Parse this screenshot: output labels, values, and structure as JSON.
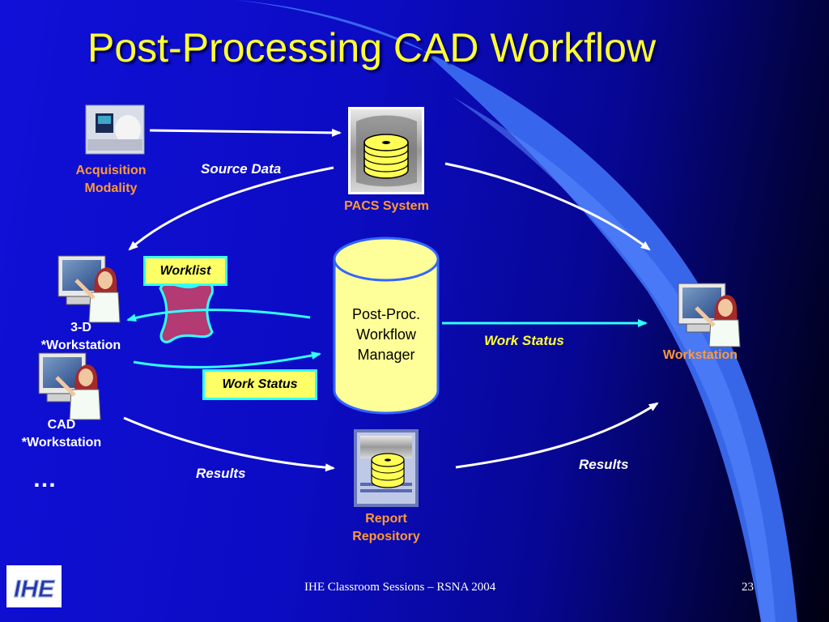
{
  "title": "Post-Processing CAD Workflow",
  "actors": {
    "acquisition_modality": [
      "Acquisition",
      "Modality"
    ],
    "pacs_system": "PACS System",
    "workstation_3d": [
      "3-D",
      "*Workstation"
    ],
    "cad_workstation": [
      "CAD",
      "*Workstation"
    ],
    "workstation": "Workstation",
    "report_repository": [
      "Report",
      "Repository"
    ],
    "workflow_manager": [
      "Post-Proc.",
      "Workflow",
      "Manager"
    ]
  },
  "flows": {
    "source_data": "Source Data",
    "worklist": "Worklist",
    "work_status_left": "Work Status",
    "work_status_right": "Work Status",
    "results_left": "Results",
    "results_right": "Results"
  },
  "ellipsis": "…",
  "footer": {
    "text": "IHE Classroom Sessions – RSNA 2004",
    "page_number": "23",
    "logo_text": "IHE"
  },
  "colors": {
    "title": "#ffff33",
    "actor_label": "#ff9933",
    "cyan_arrow": "#33ffff",
    "white_arrow": "#ffffff",
    "cylinder_fill": "#ffff99",
    "cylinder_outline": "#3366ff"
  }
}
